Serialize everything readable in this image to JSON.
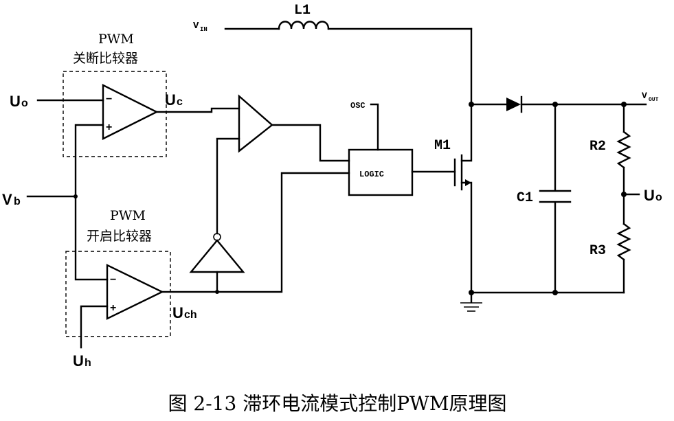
{
  "labels": {
    "vin": "V",
    "vin_sub": "IN",
    "l1": "L1",
    "pwm_top": "PWM",
    "comp_off": "关断比较器",
    "uo_left": "U",
    "uo_left_sub": "o",
    "uc": "U",
    "uc_sub": "c",
    "vb": "V",
    "vb_sub": "b",
    "osc": "OSC",
    "logic": "LOGIC",
    "m1": "M1",
    "vout": "V",
    "vout_sub": "OUT",
    "r2": "R2",
    "uo_right": "U",
    "uo_right_sub": "o",
    "c1": "C1",
    "r3": "R3",
    "pwm_bottom": "PWM",
    "comp_on": "开启比较器",
    "uch": "U",
    "uch_sub": "ch",
    "uh": "U",
    "uh_sub": "h",
    "minus": "−",
    "plus": "+",
    "caption": "图 2-13 滞环电流模式控制PWM原理图"
  }
}
